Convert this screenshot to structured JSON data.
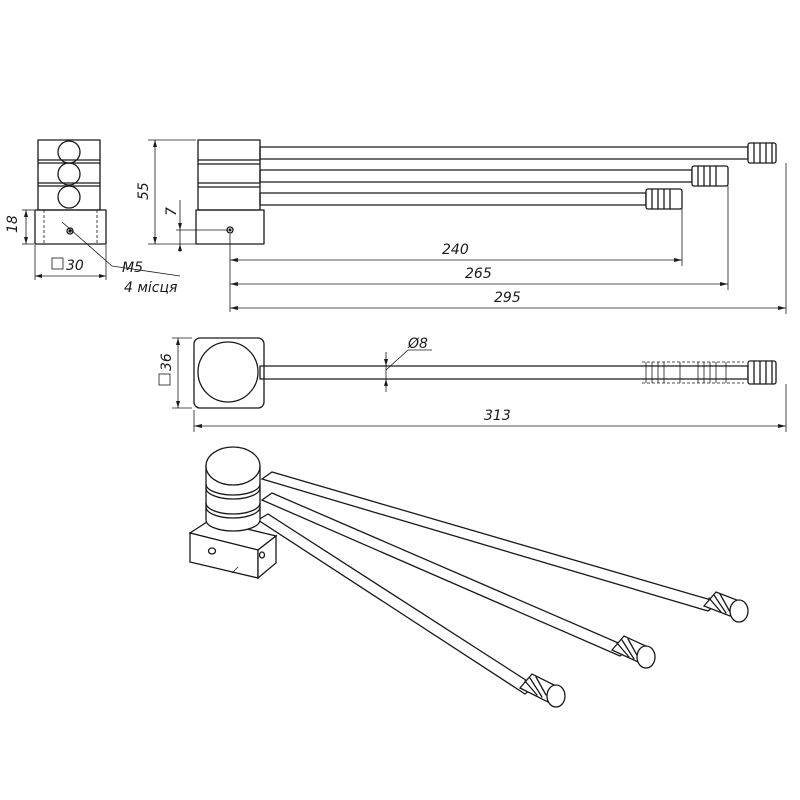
{
  "dimensions": {
    "side_height": "18",
    "side_width": "30",
    "thread": "M5",
    "places": "4 місця",
    "front_height": "55",
    "hole_offset": "7",
    "len_short": "240",
    "len_mid": "265",
    "len_long": "295",
    "diameter": "8",
    "base_size": "36",
    "total_length": "313"
  },
  "symbols": {
    "square": "□",
    "diameter": "Ø"
  }
}
